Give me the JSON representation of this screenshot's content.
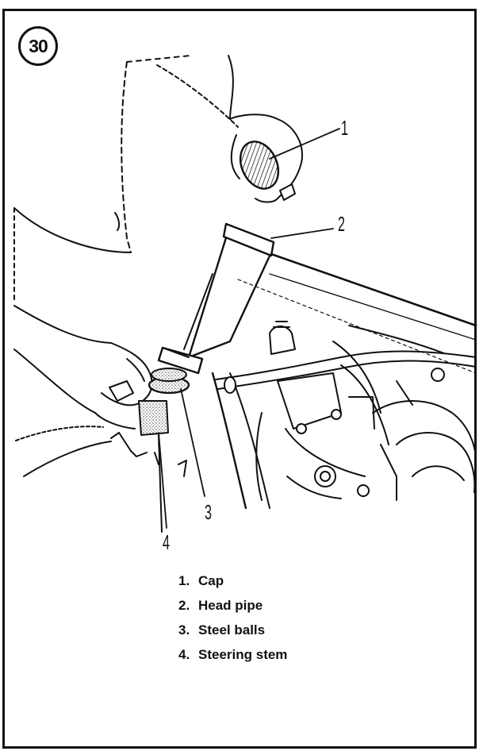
{
  "figure": {
    "number": "30"
  },
  "callouts": [
    "1",
    "2",
    "3",
    "4"
  ],
  "legend": [
    {
      "num": "1.",
      "label": "Cap"
    },
    {
      "num": "2.",
      "label": "Head pipe"
    },
    {
      "num": "3.",
      "label": "Steel balls"
    },
    {
      "num": "4.",
      "label": "Steering stem"
    }
  ],
  "colors": {
    "ink": "#111111",
    "paper": "#ffffff",
    "stipple": "#555555"
  }
}
